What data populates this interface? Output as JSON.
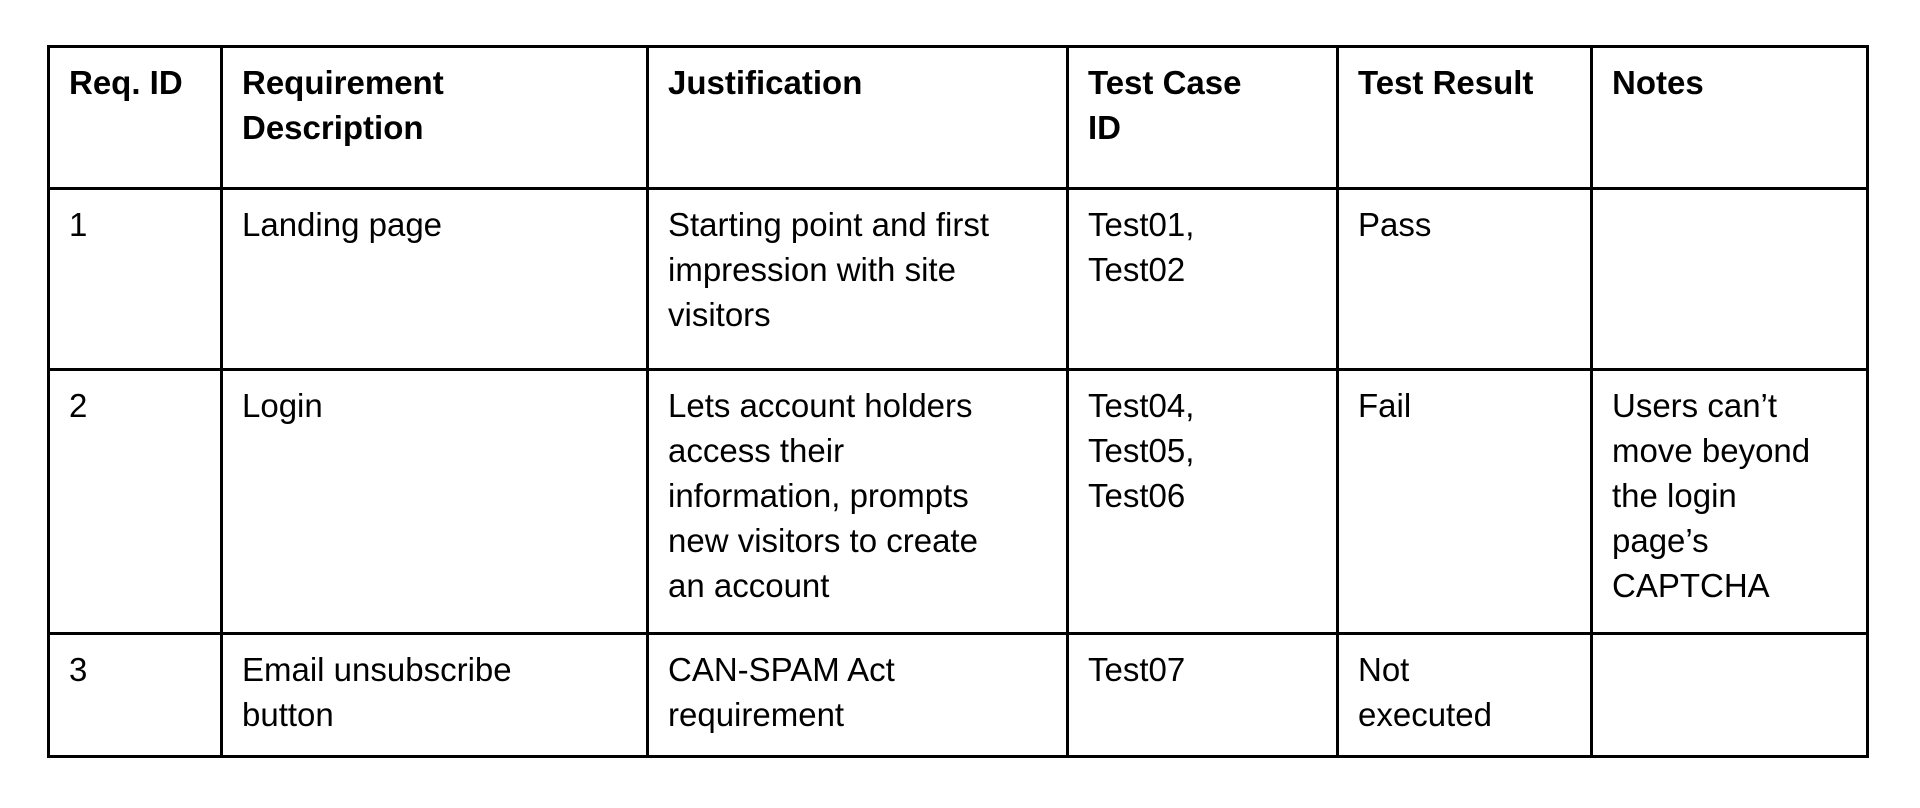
{
  "page": {
    "background_color": "#ffffff",
    "border_color": "#000000",
    "text_color": "#000000"
  },
  "table": {
    "headers": [
      "Req. ID",
      "Requirement\nDescription",
      "Justification",
      "Test Case\nID",
      "Test Result",
      "Notes"
    ],
    "rows": [
      {
        "req_id": "1",
        "description": "Landing page",
        "justification": "Starting point and first\nimpression with site\nvisitors",
        "test_case_id": "Test01,\nTest02",
        "test_result": "Pass",
        "notes": ""
      },
      {
        "req_id": "2",
        "description": "Login",
        "justification": "Lets account holders\naccess their\ninformation, prompts\nnew visitors to create\nan account",
        "test_case_id": "Test04,\nTest05,\nTest06",
        "test_result": "Fail",
        "notes": "Users can’t\nmove beyond\nthe login\npage’s\nCAPTCHA"
      },
      {
        "req_id": "3",
        "description": "Email unsubscribe\nbutton",
        "justification": "CAN-SPAM Act\nrequirement",
        "test_case_id": "Test07",
        "test_result": "Not\nexecuted",
        "notes": ""
      }
    ]
  }
}
